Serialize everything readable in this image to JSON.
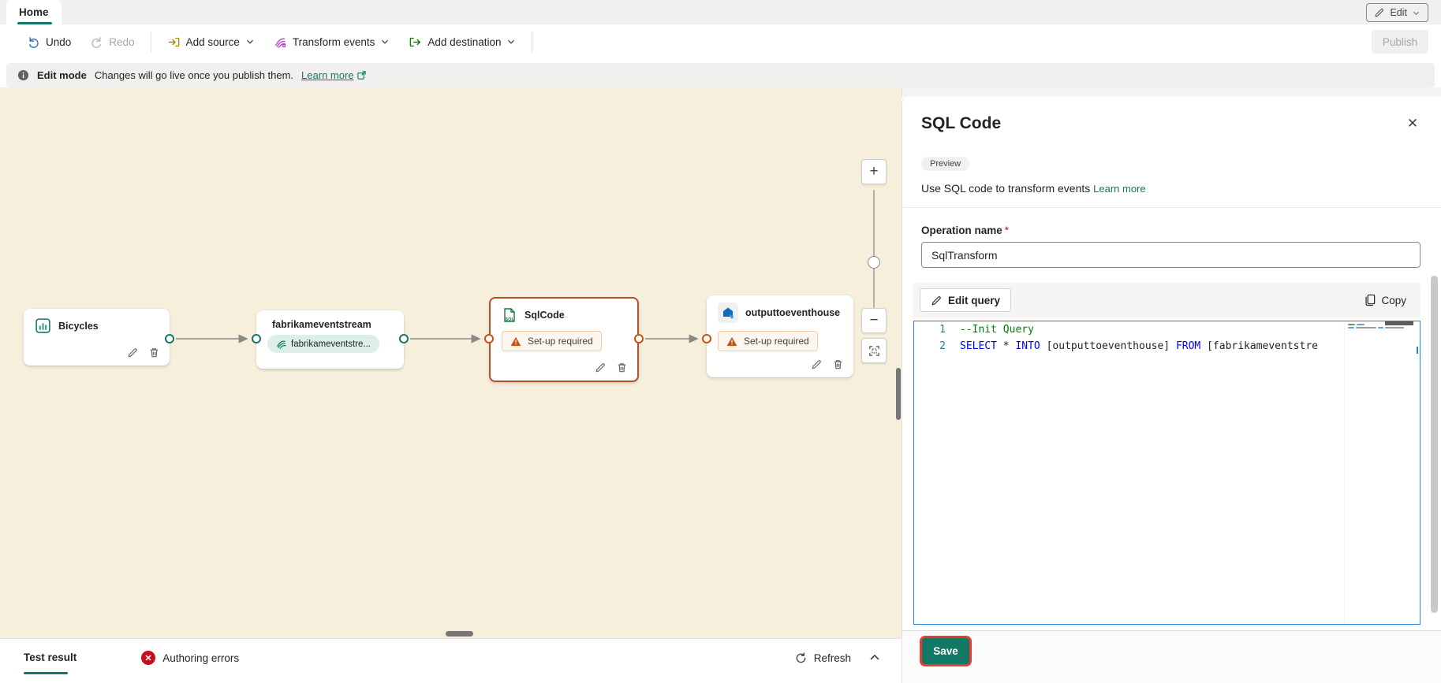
{
  "tabs": {
    "home": "Home"
  },
  "header": {
    "edit_label": "Edit",
    "publish_label": "Publish"
  },
  "toolbar": {
    "undo_label": "Undo",
    "redo_label": "Redo",
    "add_source_label": "Add source",
    "transform_events_label": "Transform events",
    "add_destination_label": "Add destination"
  },
  "banner": {
    "title": "Edit mode",
    "message": "Changes will go live once you publish them.",
    "link_label": "Learn more"
  },
  "canvas": {
    "nodes": {
      "bicycles": {
        "title": "Bicycles"
      },
      "stream": {
        "title": "fabrikameventstream",
        "pill": "fabrikameventstre..."
      },
      "sqlcode": {
        "title": "SqlCode",
        "status": "Set-up required"
      },
      "output": {
        "title": "outputtoeventhouse",
        "status": "Set-up required"
      }
    }
  },
  "icons": {
    "zoom_in": "+",
    "zoom_out": "−",
    "close": "✕"
  },
  "panel": {
    "title": "SQL Code",
    "badge": "Preview",
    "description": "Use SQL code to transform events",
    "learn_more_label": "Learn more",
    "operation_label": "Operation name",
    "required_marker": "*",
    "operation_value": "SqlTransform",
    "edit_query_label": "Edit query",
    "copy_label": "Copy",
    "save_label": "Save",
    "code": {
      "ln1": "1",
      "ln2": "2",
      "comment": "--Init Query",
      "kw_select": "SELECT",
      "star": " * ",
      "kw_into": "INTO",
      "ident_out": " [outputtoeventhouse] ",
      "kw_from": "FROM",
      "ident_src": " [fabrikameventstre"
    }
  },
  "bottom_bar": {
    "test_result_label": "Test result",
    "authoring_errors_label": "Authoring errors",
    "refresh_label": "Refresh"
  },
  "colors": {
    "accent": "#117865",
    "warning": "#ca5010",
    "node_border": "#b5512f",
    "danger": "#e93b2e",
    "badge_red": "#c50f1f",
    "keyword": "#0000ff",
    "comment": "#008000",
    "linenum": "#237893",
    "editor_border": "#2b83d6",
    "canvas_bg": "#f6efdc",
    "edge_gray": "#8a8886"
  }
}
